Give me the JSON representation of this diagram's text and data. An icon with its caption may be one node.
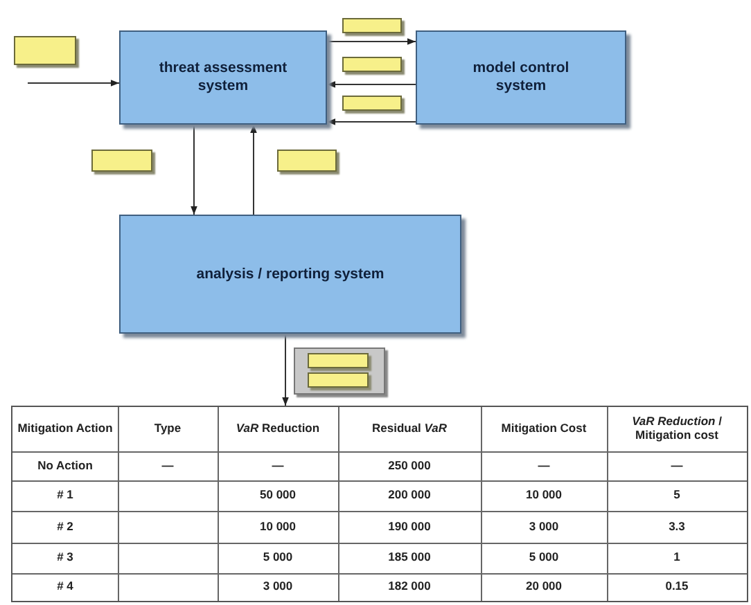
{
  "diagram": {
    "nodes": [
      {
        "text": [
          "threat assessment system"
        ]
      },
      {
        "text": [
          "model control system"
        ]
      },
      {
        "text": [
          "analysis / reporting system"
        ]
      },
      {
        "text": [],
        "shape": "box"
      },
      {
        "text": [],
        "shape": "box"
      },
      {
        "text": [],
        "shape": "box"
      },
      {
        "text": [],
        "shape": "box"
      },
      {
        "text": [],
        "shape": "box"
      },
      {
        "text": [],
        "shape": "box"
      },
      {
        "text": [],
        "shape": "box"
      },
      {
        "text": [],
        "shape": "box"
      },
      {
        "text": [],
        "shape": "box",
        "in": 10
      },
      {
        "text": [],
        "shape": "box",
        "in": 10
      }
    ],
    "edges": [
      {
        "from": null,
        "to": 0,
        "arrow": "to"
      },
      {
        "from": 0,
        "to": 1,
        "arrow": "to"
      },
      {
        "from": 1,
        "to": 0,
        "arrow": "to"
      },
      {
        "from": 1,
        "to": 0,
        "arrow": "to"
      },
      {
        "from": 0,
        "to": 2,
        "arrow": "to"
      },
      {
        "from": 2,
        "to": 0,
        "arrow": "to"
      },
      {
        "from": 2,
        "to": 3,
        "arrow": "to"
      }
    ],
    "labels": [
      "Mitigation Action",
      "Type",
      "*VaR* Reduction",
      "Residual *VaR*",
      "Mitigation Cost",
      "*VaR Reduction* / Mitigation cost",
      "No Action",
      "—",
      "—",
      "250 000",
      "—",
      "—",
      "# 1",
      "50 000",
      "200 000",
      "10 000",
      "5",
      "# 2",
      "10 000",
      "190 000",
      "3 000",
      "3.3",
      "# 3",
      "5 000",
      "185 000",
      "5 000",
      "1",
      "# 4",
      "3 000",
      "182 000",
      "20 000",
      "0.15"
    ]
  }
}
